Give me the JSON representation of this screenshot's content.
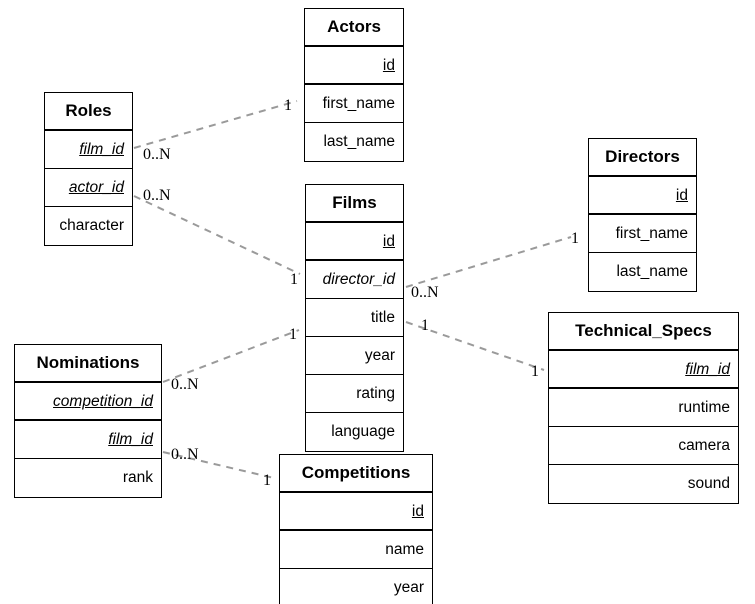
{
  "diagram": {
    "title": "Film database entity relationship diagram",
    "line_color": "#9a9a9a",
    "border_color": "#000000",
    "background": "#ffffff"
  },
  "entities": {
    "roles": {
      "name": "Roles",
      "attributes": [
        {
          "label": "film_id",
          "style": "fk"
        },
        {
          "label": "actor_id",
          "style": "fk"
        },
        {
          "label": "character",
          "style": "plain"
        }
      ]
    },
    "actors": {
      "name": "Actors",
      "attributes": [
        {
          "label": "id",
          "style": "pk"
        },
        {
          "label": "first_name",
          "style": "plain"
        },
        {
          "label": "last_name",
          "style": "plain"
        }
      ]
    },
    "films": {
      "name": "Films",
      "attributes": [
        {
          "label": "id",
          "style": "pk"
        },
        {
          "label": "director_id",
          "style": "fk-plain"
        },
        {
          "label": "title",
          "style": "plain"
        },
        {
          "label": "year",
          "style": "plain"
        },
        {
          "label": "rating",
          "style": "plain"
        },
        {
          "label": "language",
          "style": "plain"
        }
      ]
    },
    "directors": {
      "name": "Directors",
      "attributes": [
        {
          "label": "id",
          "style": "pk"
        },
        {
          "label": "first_name",
          "style": "plain"
        },
        {
          "label": "last_name",
          "style": "plain"
        }
      ]
    },
    "technical_specs": {
      "name": "Technical_Specs",
      "attributes": [
        {
          "label": "film_id",
          "style": "fk"
        },
        {
          "label": "runtime",
          "style": "plain"
        },
        {
          "label": "camera",
          "style": "plain"
        },
        {
          "label": "sound",
          "style": "plain"
        }
      ]
    },
    "nominations": {
      "name": "Nominations",
      "attributes": [
        {
          "label": "competition_id",
          "style": "fk"
        },
        {
          "label": "film_id",
          "style": "fk"
        },
        {
          "label": "rank",
          "style": "plain"
        }
      ]
    },
    "competitions": {
      "name": "Competitions",
      "attributes": [
        {
          "label": "id",
          "style": "pk"
        },
        {
          "label": "name",
          "style": "plain"
        },
        {
          "label": "year",
          "style": "plain"
        }
      ]
    }
  },
  "relationships": [
    {
      "id": "roles-actors",
      "from": "roles",
      "to": "actors",
      "from_cardinality": "0..N",
      "to_cardinality": "1"
    },
    {
      "id": "roles-films",
      "from": "roles",
      "to": "films",
      "from_cardinality": "0..N",
      "to_cardinality": "1"
    },
    {
      "id": "nominations-films",
      "from": "nominations",
      "to": "films",
      "from_cardinality": "0..N",
      "to_cardinality": "1"
    },
    {
      "id": "nominations-competitions",
      "from": "nominations",
      "to": "competitions",
      "from_cardinality": "0..N",
      "to_cardinality": "1"
    },
    {
      "id": "films-directors",
      "from": "films",
      "to": "directors",
      "from_cardinality": "0..N",
      "to_cardinality": "1"
    },
    {
      "id": "films-technical_specs",
      "from": "films",
      "to": "technical_specs",
      "from_cardinality": "1",
      "to_cardinality": "1"
    }
  ]
}
